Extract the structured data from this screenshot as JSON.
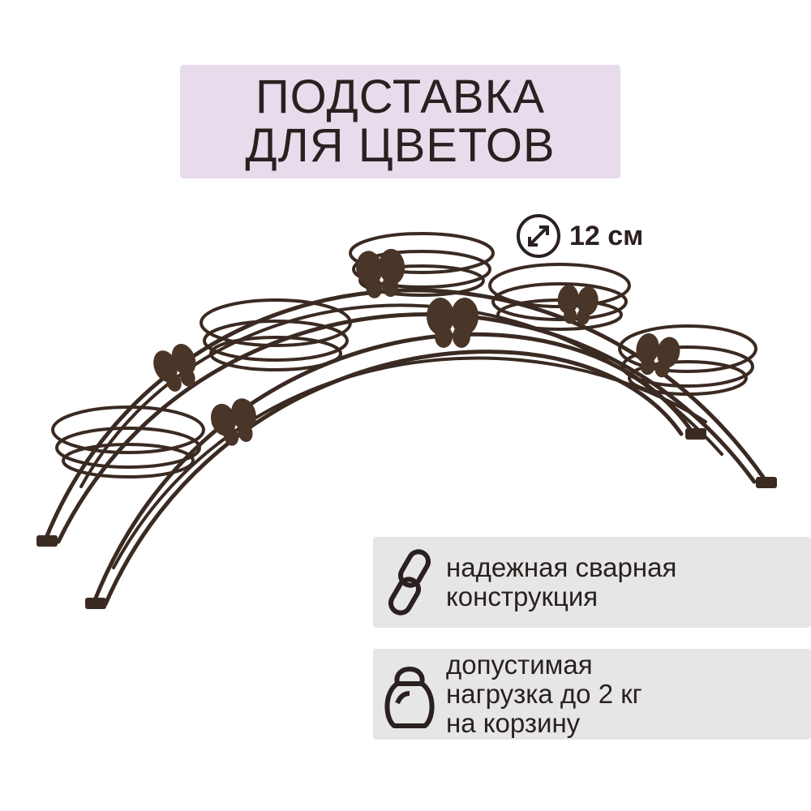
{
  "title": {
    "line1": "ПОДСТАВКА",
    "line2": "ДЛЯ ЦВЕТОВ"
  },
  "size_note": {
    "icon": "diameter-icon",
    "text": "12 см"
  },
  "features": [
    {
      "icon": "chain-link-icon",
      "lines": [
        "надежная сварная",
        "конструкция"
      ]
    },
    {
      "icon": "kettlebell-icon",
      "lines": [
        "допустимая",
        "нагрузка до 2 кг",
        "на корзину"
      ]
    }
  ],
  "colors": {
    "title_bg": "#e8dcec",
    "feature_bg": "#e6e6e6",
    "metal": "#3a2a22",
    "text": "#2b2020"
  }
}
